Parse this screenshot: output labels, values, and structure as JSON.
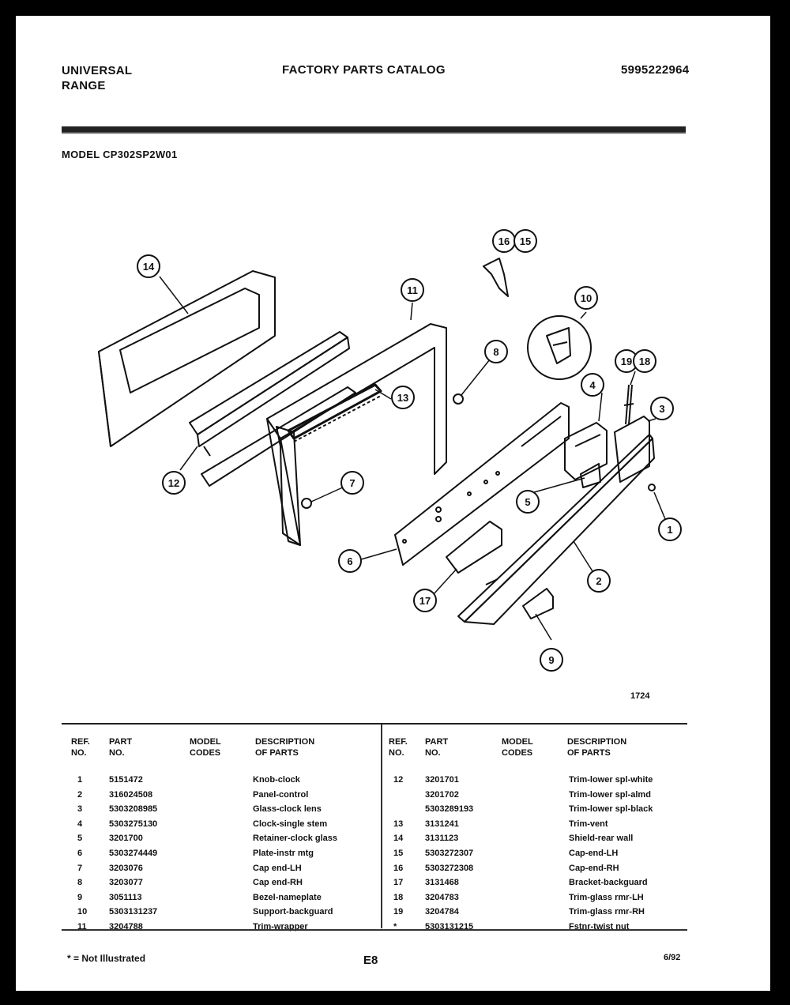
{
  "header": {
    "brand_line1": "UNIVERSAL",
    "brand_line2": "RANGE",
    "title": "FACTORY PARTS CATALOG",
    "catalog_number": "5995222964"
  },
  "model_label": "MODEL CP302SP2W01",
  "figure_number": "1724",
  "callouts": [
    "14",
    "16",
    "15",
    "11",
    "10",
    "8",
    "13",
    "19",
    "18",
    "4",
    "3",
    "12",
    "7",
    "5",
    "1",
    "6",
    "2",
    "17",
    "9"
  ],
  "table": {
    "headers": {
      "ref_line1": "REF.",
      "ref_line2": "NO.",
      "part_line1": "PART",
      "part_line2": "NO.",
      "model_line1": "MODEL",
      "model_line2": "CODES",
      "desc_line1": "DESCRIPTION",
      "desc_line2": "OF PARTS"
    },
    "left_rows": [
      {
        "ref": "1",
        "part": "5151472",
        "desc": "Knob-clock"
      },
      {
        "ref": "2",
        "part": "316024508",
        "desc": "Panel-control"
      },
      {
        "ref": "3",
        "part": "5303208985",
        "desc": "Glass-clock lens"
      },
      {
        "ref": "4",
        "part": "5303275130",
        "desc": "Clock-single stem"
      },
      {
        "ref": "5",
        "part": "3201700",
        "desc": "Retainer-clock glass"
      },
      {
        "ref": "6",
        "part": "5303274449",
        "desc": "Plate-instr mtg"
      },
      {
        "ref": "7",
        "part": "3203076",
        "desc": "Cap end-LH"
      },
      {
        "ref": "8",
        "part": "3203077",
        "desc": "Cap end-RH"
      },
      {
        "ref": "9",
        "part": "3051113",
        "desc": "Bezel-nameplate"
      },
      {
        "ref": "10",
        "part": "5303131237",
        "desc": "Support-backguard"
      },
      {
        "ref": "11",
        "part": "3204788",
        "desc": "Trim-wrapper"
      }
    ],
    "right_rows": [
      {
        "ref": "12",
        "part": "3201701",
        "desc": "Trim-lower spl-white"
      },
      {
        "ref": "",
        "part": "3201702",
        "desc": "Trim-lower spl-almd"
      },
      {
        "ref": "",
        "part": "5303289193",
        "desc": "Trim-lower spl-black"
      },
      {
        "ref": "13",
        "part": "3131241",
        "desc": "Trim-vent"
      },
      {
        "ref": "14",
        "part": "3131123",
        "desc": "Shield-rear wall"
      },
      {
        "ref": "15",
        "part": "5303272307",
        "desc": "Cap-end-LH"
      },
      {
        "ref": "16",
        "part": "5303272308",
        "desc": "Cap-end-RH"
      },
      {
        "ref": "17",
        "part": "3131468",
        "desc": "Bracket-backguard"
      },
      {
        "ref": "18",
        "part": "3204783",
        "desc": "Trim-glass rmr-LH"
      },
      {
        "ref": "19",
        "part": "3204784",
        "desc": "Trim-glass rmr-RH"
      },
      {
        "ref": "*",
        "part": "5303131215",
        "desc": "Fstnr-twist nut"
      }
    ]
  },
  "footer": {
    "note": "* = Not Illustrated",
    "page": "E8",
    "date": "6/92"
  }
}
